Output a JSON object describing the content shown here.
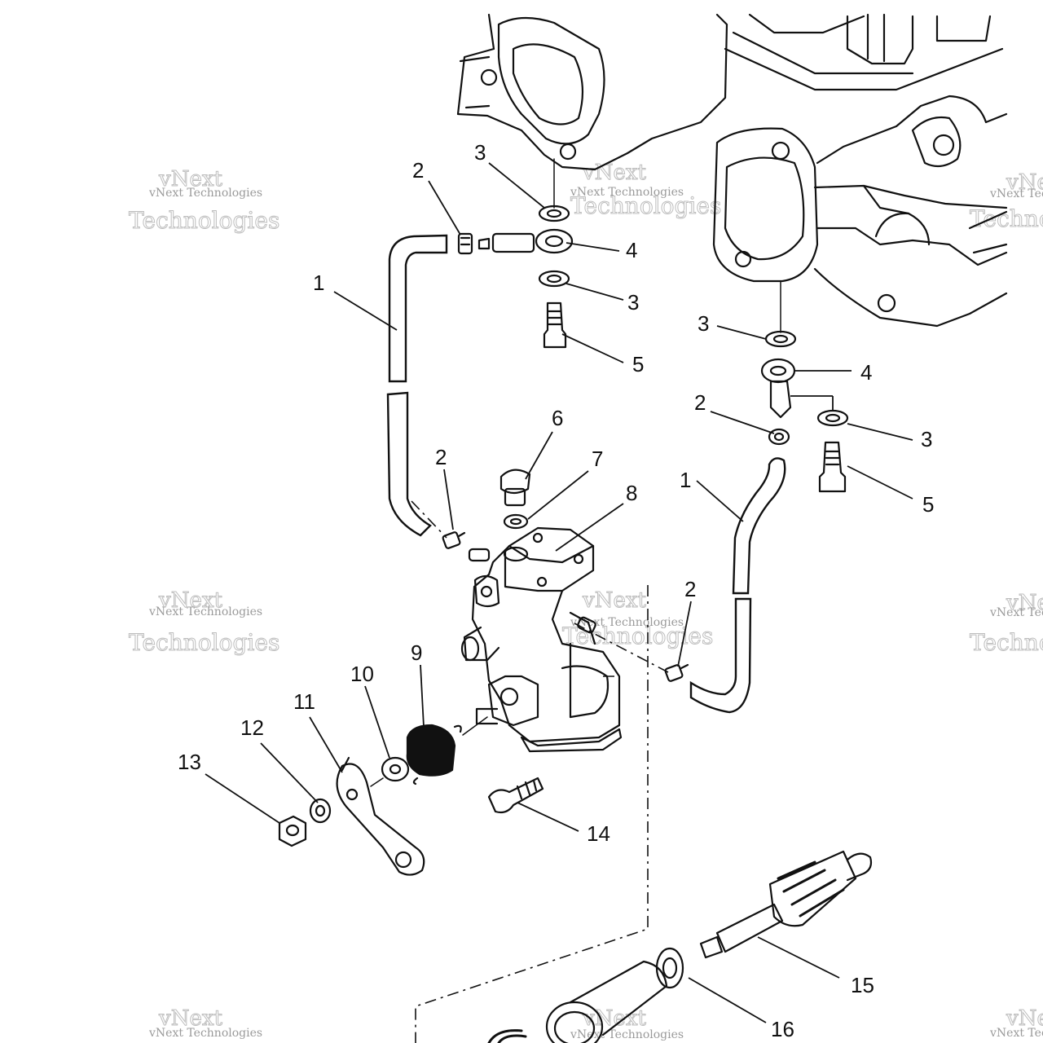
{
  "callouts": [
    {
      "id": "c1a",
      "text": "1"
    },
    {
      "id": "c1b",
      "text": "1"
    },
    {
      "id": "c2a",
      "text": "2"
    },
    {
      "id": "c2b",
      "text": "2"
    },
    {
      "id": "c2c",
      "text": "2"
    },
    {
      "id": "c2d",
      "text": "2"
    },
    {
      "id": "c3a",
      "text": "3"
    },
    {
      "id": "c3b",
      "text": "3"
    },
    {
      "id": "c3c",
      "text": "3"
    },
    {
      "id": "c3d",
      "text": "3"
    },
    {
      "id": "c4a",
      "text": "4"
    },
    {
      "id": "c4b",
      "text": "4"
    },
    {
      "id": "c5a",
      "text": "5"
    },
    {
      "id": "c5b",
      "text": "5"
    },
    {
      "id": "c6",
      "text": "6"
    },
    {
      "id": "c7",
      "text": "7"
    },
    {
      "id": "c8",
      "text": "8"
    },
    {
      "id": "c9",
      "text": "9"
    },
    {
      "id": "c10",
      "text": "10"
    },
    {
      "id": "c11",
      "text": "11"
    },
    {
      "id": "c12",
      "text": "12"
    },
    {
      "id": "c13",
      "text": "13"
    },
    {
      "id": "c14",
      "text": "14"
    },
    {
      "id": "c15",
      "text": "15"
    },
    {
      "id": "c16",
      "text": "16"
    }
  ],
  "watermark": {
    "big1": "vNext",
    "big2": "Technologies",
    "small": "vNext Technologies"
  }
}
